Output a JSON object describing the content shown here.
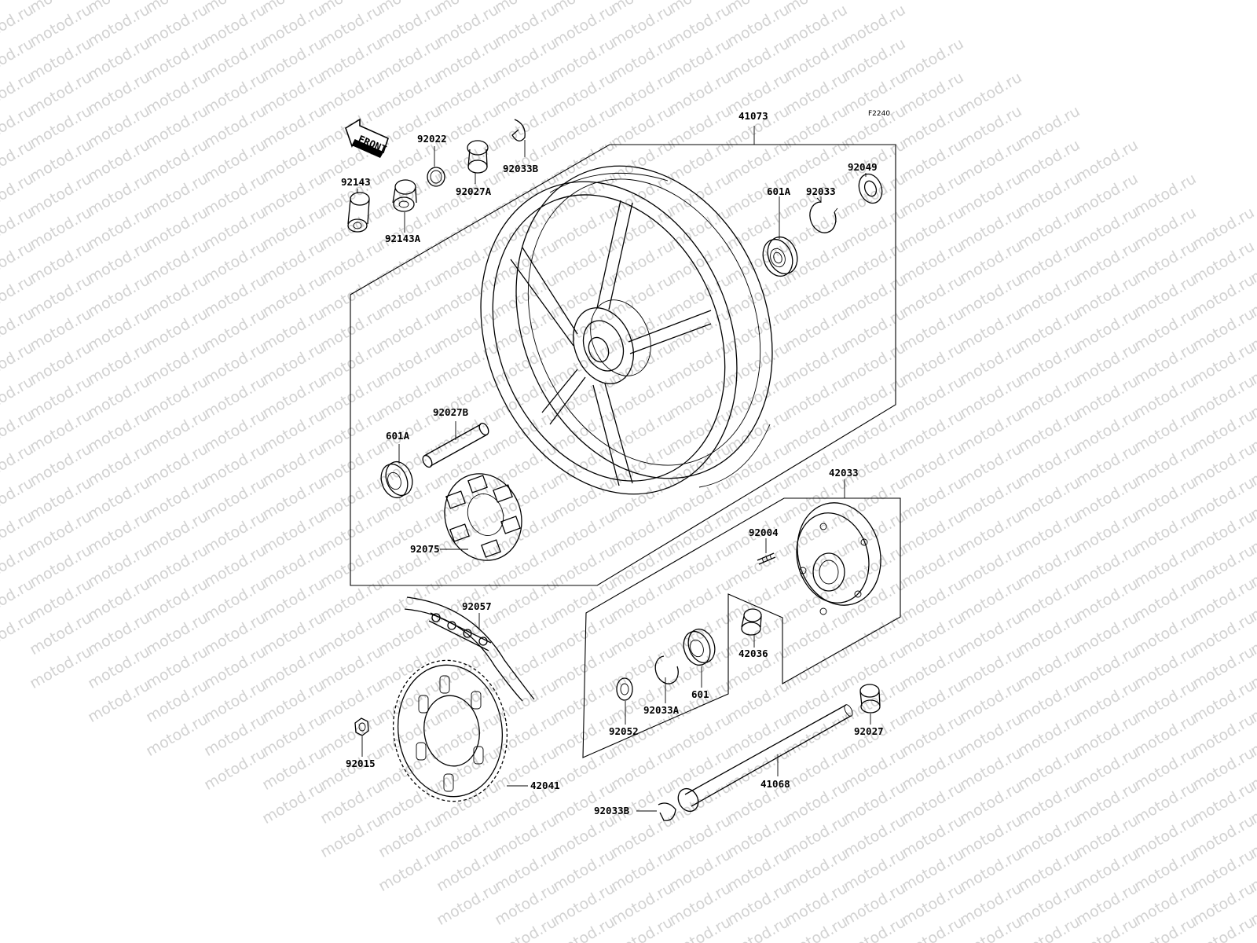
{
  "figure_code": "F2240",
  "watermark_text": "motod.ru",
  "front_label": "FRONT",
  "parts": [
    {
      "id": "p41073",
      "label": "41073",
      "name": "wheel"
    },
    {
      "id": "p92049",
      "label": "92049",
      "name": "oil-seal"
    },
    {
      "id": "p92033",
      "label": "92033",
      "name": "circlip"
    },
    {
      "id": "p601A_right",
      "label": "601A",
      "name": "ball-bearing-right"
    },
    {
      "id": "p92022",
      "label": "92022",
      "name": "washer"
    },
    {
      "id": "p92033B_top",
      "label": "92033B",
      "name": "snap-ring-top"
    },
    {
      "id": "p92027A",
      "label": "92027A",
      "name": "collar-a"
    },
    {
      "id": "p92143",
      "label": "92143",
      "name": "collar"
    },
    {
      "id": "p92143A",
      "label": "92143A",
      "name": "collar-a2"
    },
    {
      "id": "p92027B",
      "label": "92027B",
      "name": "collar-tube"
    },
    {
      "id": "p601A_left",
      "label": "601A",
      "name": "ball-bearing-left"
    },
    {
      "id": "p92075",
      "label": "92075",
      "name": "damper"
    },
    {
      "id": "p42033",
      "label": "42033",
      "name": "sprocket-coupling"
    },
    {
      "id": "p92004",
      "label": "92004",
      "name": "stud"
    },
    {
      "id": "p42036",
      "label": "42036",
      "name": "collar-coupling"
    },
    {
      "id": "p601",
      "label": "601",
      "name": "ball-bearing"
    },
    {
      "id": "p92033A",
      "label": "92033A",
      "name": "circlip-a"
    },
    {
      "id": "p92052",
      "label": "92052",
      "name": "seal"
    },
    {
      "id": "p92027",
      "label": "92027",
      "name": "collar-axle"
    },
    {
      "id": "p41068",
      "label": "41068",
      "name": "axle"
    },
    {
      "id": "p92033B_bottom",
      "label": "92033B",
      "name": "snap-ring-bottom"
    },
    {
      "id": "p92057",
      "label": "92057",
      "name": "chain"
    },
    {
      "id": "p42041",
      "label": "42041",
      "name": "sprocket"
    },
    {
      "id": "p92015",
      "label": "92015",
      "name": "nut"
    }
  ]
}
